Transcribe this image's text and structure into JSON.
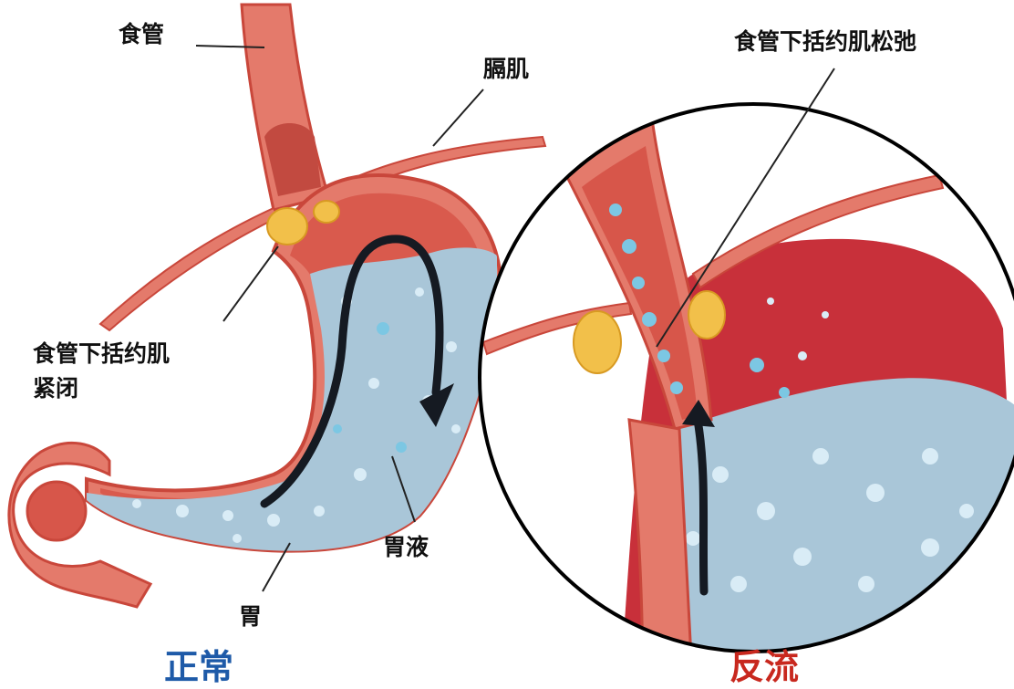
{
  "labels": {
    "esophagus": "食管",
    "diaphragm": "膈肌",
    "les_closed_line1": "食管下括约肌",
    "les_closed_line2": "紧闭",
    "gastric_juice": "胃液",
    "stomach": "胃",
    "les_relaxed": "食管下括约肌松弛"
  },
  "captions": {
    "normal": "正常",
    "reflux": "反流"
  },
  "colors": {
    "normal_caption": "#1e5aa8",
    "reflux_caption": "#c8281e",
    "tissue": "#e47a6b",
    "tissue_dark": "#c9473b",
    "fluid": "#a9c6d8",
    "fat": "#f2c04a"
  }
}
